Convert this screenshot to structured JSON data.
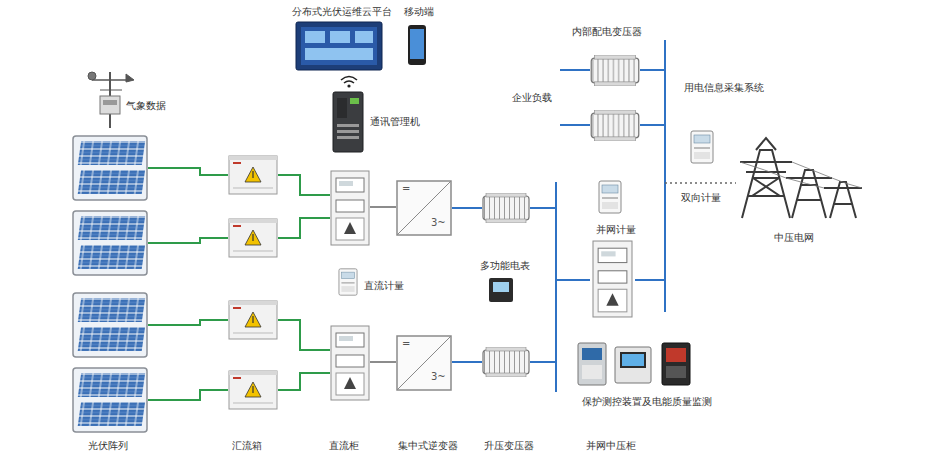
{
  "diagram": {
    "labels": [
      "分布式光伏运维云平台",
      "移动端",
      "气象数据",
      "通讯管理机",
      "内部配电变压器",
      "企业负载",
      "用电信息采集系统",
      "双向计量",
      "中压电网",
      "并网计量",
      "多功能电表",
      "直流计量",
      "保护测控装置及电能质量监测",
      "光伏阵列",
      "汇流箱",
      "直流柜",
      "集中式逆变器",
      "升压变压器",
      "并网中压柜",
      "=",
      "3~",
      "=",
      "3~"
    ]
  }
}
